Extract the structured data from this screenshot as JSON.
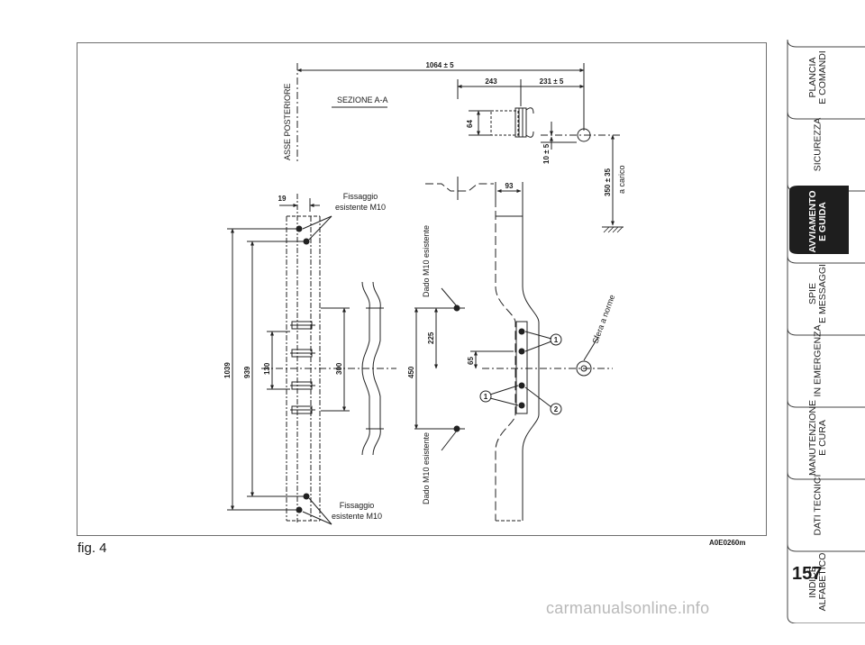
{
  "figure": {
    "label": "fig. 4",
    "code": "A0E0260m",
    "page_number": "157",
    "watermark": "carmanualsonline.info"
  },
  "drawing": {
    "axle_label": "ASSE POSTERIORE",
    "section_label": "SEZIONE A-A",
    "fixing_top": [
      "Fissaggio",
      "esistente M10"
    ],
    "fixing_bottom": [
      "Fissaggio",
      "esistente M10"
    ],
    "nut_top": "Dado M10 esistente",
    "nut_bottom": "Dado M10 esistente",
    "ball_label": "Sfera a norme",
    "load_label": "a carico",
    "dimensions": {
      "d1064": "1064 ± 5",
      "d243": "243",
      "d231": "231 ± 5",
      "d64": "64",
      "d10": "10 ± 5",
      "d350": "350 ± 35",
      "d19": "19",
      "d93": "93",
      "d1039": "1039",
      "d939": "939",
      "d130": "130",
      "d300": "300",
      "d450": "450",
      "d225": "225",
      "d65": "65"
    },
    "callouts": [
      "1",
      "1",
      "2"
    ]
  },
  "sidebar": {
    "tabs": [
      {
        "lines": [
          "PLANCIA",
          "E COMANDI"
        ],
        "active": false
      },
      {
        "lines": [
          "SICUREZZA"
        ],
        "active": false
      },
      {
        "lines": [
          "AVVIAMENTO",
          "E GUIDA"
        ],
        "active": true
      },
      {
        "lines": [
          "SPIE",
          "E MESSAGGI"
        ],
        "active": false
      },
      {
        "lines": [
          "IN EMERGENZA"
        ],
        "active": false
      },
      {
        "lines": [
          "MANUTENZIONE",
          "E CURA"
        ],
        "active": false
      },
      {
        "lines": [
          "DATI TECNICI"
        ],
        "active": false
      },
      {
        "lines": [
          "INDICE",
          "ALFABETICO"
        ],
        "active": false
      }
    ],
    "active_color": "#1e1e1e"
  }
}
